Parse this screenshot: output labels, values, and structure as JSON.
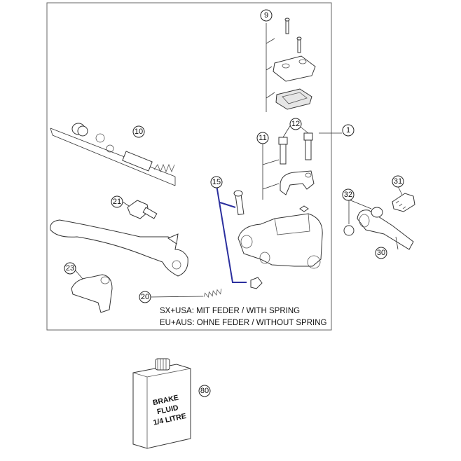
{
  "callouts": {
    "c1": "1",
    "c9": "9",
    "c10": "10",
    "c11": "11",
    "c12": "12",
    "c15": "15",
    "c20": "20",
    "c21": "21",
    "c23": "23",
    "c30": "30",
    "c31": "31",
    "c32": "32",
    "c80": "80"
  },
  "notes": {
    "line1": "SX+USA:  MIT FEDER / WITH SPRING",
    "line2": "EU+AUS:  OHNE FEDER / WITHOUT SPRING"
  },
  "can_label": {
    "line1": "BRAKE",
    "line2": "FLUID",
    "line3": "1/4 LITRE"
  },
  "colors": {
    "highlight": "#2b2f9e",
    "outline": "#333333"
  }
}
